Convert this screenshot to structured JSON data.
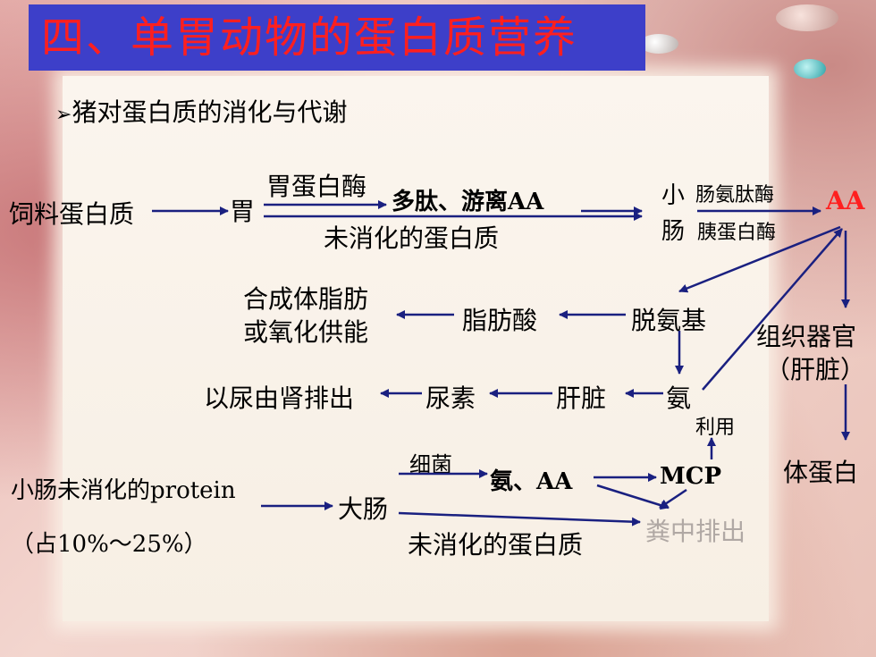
{
  "title": "四、单胃动物的蛋白质营养",
  "subtitle": "猪对蛋白质的消化与代谢",
  "bullet_icon": "arrow-bullet",
  "colors": {
    "title_bg": "#3d3fc9",
    "title_text": "#ff1f1f",
    "arrow": "#1a2080",
    "aa": "#ff1f1f"
  },
  "nodes": {
    "feed_protein": "饲料蛋白质",
    "stomach": "胃",
    "pepsin": "胃蛋白酶",
    "peptides": "多肽、游离AA",
    "undigested1": "未消化的蛋白质",
    "small_intestine_1": "小",
    "small_intestine_2": "肠",
    "aminopeptidase": "肠氨肽酶",
    "trypsin": "胰蛋白酶",
    "aa": "AA",
    "synthesis_1": "合成体脂肪",
    "synthesis_2": "或氧化供能",
    "fatty_acid": "脂肪酸",
    "deamination": "脱氨基",
    "tissue_1": "组织器官",
    "tissue_2": "（肝脏）",
    "urine": "以尿由肾排出",
    "urea": "尿素",
    "liver": "肝脏",
    "ammonia": "氨",
    "utilize": "利用",
    "body_protein": "体蛋白",
    "bacteria": "细菌",
    "ammonia_aa": "氨、AA",
    "mcp": "MCP",
    "undigested_si": "小肠未消化的protein",
    "ratio": "（占10%～25%）",
    "large_intestine": "大肠",
    "undigested2": "未消化的蛋白质",
    "feces": "粪中排出"
  }
}
